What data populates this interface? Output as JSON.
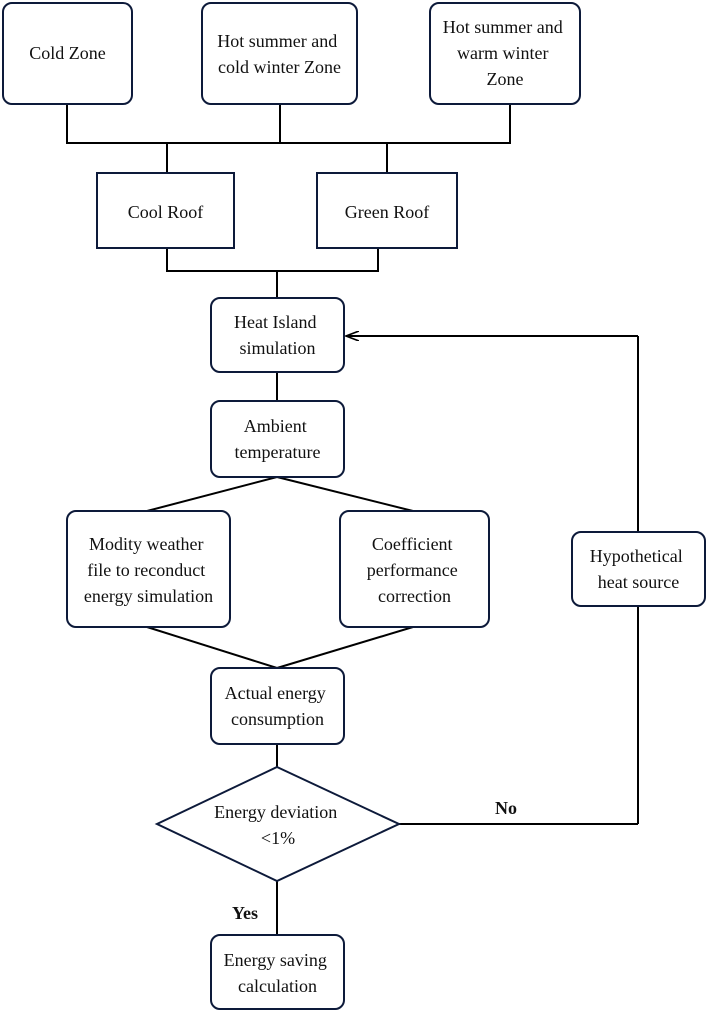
{
  "nodes": {
    "cold_zone": [
      "Cold Zone"
    ],
    "hscw_zone": [
      "Hot summer and",
      "cold winter Zone"
    ],
    "hsww_zone": [
      "Hot summer and",
      "warm winter",
      "Zone"
    ],
    "cool_roof": [
      "Cool Roof"
    ],
    "green_roof": [
      "Green Roof"
    ],
    "heat_island": [
      "Heat Island",
      "simulation"
    ],
    "ambient_temp": [
      "Ambient",
      "temperature"
    ],
    "modify_weather": [
      "Modity weather",
      "file to reconduct",
      "energy simulation"
    ],
    "cop_correction": [
      "Coefficient",
      "performance",
      "correction"
    ],
    "hypothetical_heat": [
      "Hypothetical",
      "heat source"
    ],
    "actual_energy": [
      "Actual energy",
      "consumption"
    ],
    "energy_deviation": [
      "Energy deviation",
      "<1%"
    ],
    "energy_saving": [
      "Energy saving",
      "calculation"
    ]
  },
  "edge_labels": {
    "no": "No",
    "yes": "Yes"
  },
  "colors": {
    "box_stroke": "#0d1a3a",
    "line": "#000000",
    "text": "#111111"
  }
}
